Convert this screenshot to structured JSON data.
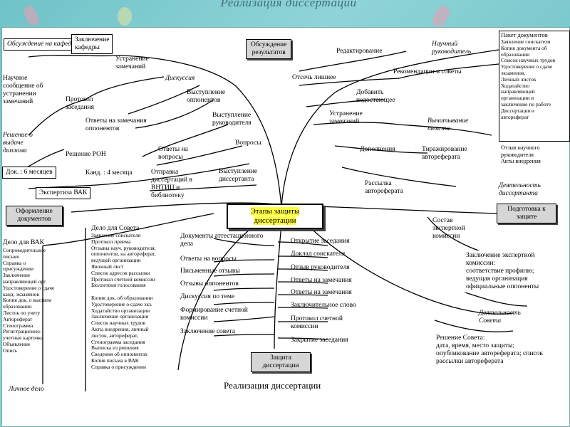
{
  "title": "Реализация  диссертации",
  "footer_title": "Реализация диссертации",
  "center": [
    "Этапы защиты",
    "диссертации"
  ],
  "left_top": {
    "obsuzhdenie_kafedra": "Обсуждение на кафедре",
    "zakl_kafedry": [
      "Заключение",
      "кафедры"
    ],
    "ustranenie_zamech": [
      "Устранение",
      "замечаний"
    ],
    "nauch_soobsh": [
      "Научное",
      "сообщение об",
      "устранении",
      "замечаний"
    ],
    "protokol_zased": [
      "Протокол",
      "заседания"
    ],
    "diskussiya": "Дискуссия",
    "vystuplenie_opponentov": [
      "Выступление",
      "оппонентов"
    ],
    "otvety_zamech": [
      "Ответы на замечания",
      "оппонентов"
    ],
    "reshenie_vydache": [
      "Решение о",
      "выдаче",
      "диплома"
    ],
    "reshenie_ron": "Решение РОН",
    "vystuplenie_ruk": [
      "Выступление",
      "руководителя"
    ],
    "voprosy": "Вопросы",
    "otvety_voprosy": [
      "Ответы на",
      "вопросы"
    ],
    "dok_6": "Док. : 6 месяцев",
    "kand_4": "Канд. : 4 месяца",
    "otpravka": [
      "Отправка",
      "диссертаций в",
      "ВНТИЦ и",
      "библиотеку"
    ],
    "vystuplenie_diss": [
      "Выступление",
      "диссертанта"
    ],
    "ekspertiza": "Экспертиза ВАК"
  },
  "right_top": {
    "obsuzhdenie_res": [
      "Обсуждение",
      "результатов"
    ],
    "redaktirovanie": "Редактирование",
    "nauch_ruk": [
      "Научный",
      "руководитель"
    ],
    "paket_title": "Пакет документов",
    "paket_items": [
      "Заявление соискателя",
      "Копия документа об",
      "образовании",
      "Список научных трудов",
      "Удостоверение о сдаче",
      "экзаменов,",
      "Личный листок",
      "Ходатайство",
      "направляющей",
      "организации и",
      "заключение по работе",
      "Диссертация и",
      "автореферат"
    ],
    "otsech": "Отсечь лишнее",
    "rekomendacii": "Рекомендации и советы",
    "dobavit": [
      "Добавить",
      "недостающее"
    ],
    "ustranenie_zamech2": [
      "Устранение",
      "замечаний"
    ],
    "vychityvanie": [
      "Вычитывание",
      "текста"
    ],
    "dopolneniya": "Дополнения",
    "tirazh": [
      "Тиражирование",
      "автореферата"
    ],
    "otzyv_ruk": [
      "Отзыв научного",
      "руководителя",
      "Акты внедрения"
    ],
    "rassylka": [
      "Рассылка",
      "автореферата"
    ],
    "deyat_diss": [
      "Деятельность",
      "диссертанта"
    ],
    "podgotovka": [
      "Подготовка к",
      "защите"
    ],
    "sostav": [
      "Состав",
      "экспертной",
      "комиссии"
    ],
    "zakl_ekspert": [
      "Заключение экспертной",
      "комиссии:",
      "соответствие профилю;",
      "ведущая организация",
      "официальные оппоненты"
    ],
    "deyat_soveta": [
      "Деятельность",
      "Совета"
    ],
    "reshenie_soveta": [
      "Решение Совета:",
      "дата, время, место защиты;",
      "опубликование автореферата; список",
      "рассылки автореферата"
    ]
  },
  "bottom_left": {
    "oformlenie": [
      "Оформление",
      "документов"
    ],
    "delo_vak_title": "Дело для ВАК",
    "delo_vak_items": [
      "Сопроводительное",
      "письмо",
      "Справка о",
      "присуждении",
      "Заключение",
      "направляющей орг.",
      "Удостоверение о сдаче",
      "канд. экзаменов",
      "Копия док. о высшем",
      "образовании",
      "Листок по учету",
      "Автореферат",
      "Стенограмма",
      "Регистрационно-",
      "учетные карточки",
      "Объявление",
      "Опись"
    ],
    "lichnoe_delo": "Личное дело",
    "delo_soveta_title": "Дело для Совета",
    "delo_soveta_items": [
      "Заявление соискателя",
      "Протокол приема",
      "Отзывы науч. руководителя,",
      "оппонентов, на автореферат,",
      "ведущей организации",
      "Явочный лист",
      "Список адресов рассылки",
      "Протокол счетной комиссии",
      "Бюллетени голосования",
      "",
      "Копия док. об образовании",
      "Удостоверение о сдаче экз.",
      "Ходатайство организации",
      "Заключение организации",
      "Список научных трудов",
      "Акты внедрения, личный",
      "листок, автореферат,",
      "Стенограмма заседания",
      "Выписка из решения",
      "Сведения об оппонентах",
      "Копия письма в ВАК",
      "Справка о присуждении"
    ]
  },
  "bottom_center": {
    "left_items": [
      [
        "Документы аттестационного",
        "дела"
      ],
      [
        "Ответы на вопросы"
      ],
      [
        "Письменные отзывы"
      ],
      [
        "Отзывы оппонентов"
      ],
      [
        "Дискуссия по теме"
      ],
      [
        "Формирование счетной",
        "комиссии"
      ],
      [
        "Заключение совета"
      ]
    ],
    "right_items": [
      [
        "Открытие заседания"
      ],
      [
        "Доклад соискателя"
      ],
      [
        "Отзыв руководителя"
      ],
      [
        "Ответы на замечания"
      ],
      [
        "Ответы на замечания"
      ],
      [
        "Заключительное слово"
      ],
      [
        "Протокол счетной",
        "комиссии"
      ],
      [
        "Закрытие заседания"
      ]
    ],
    "zashita": [
      "Защита",
      "диссертации"
    ]
  }
}
